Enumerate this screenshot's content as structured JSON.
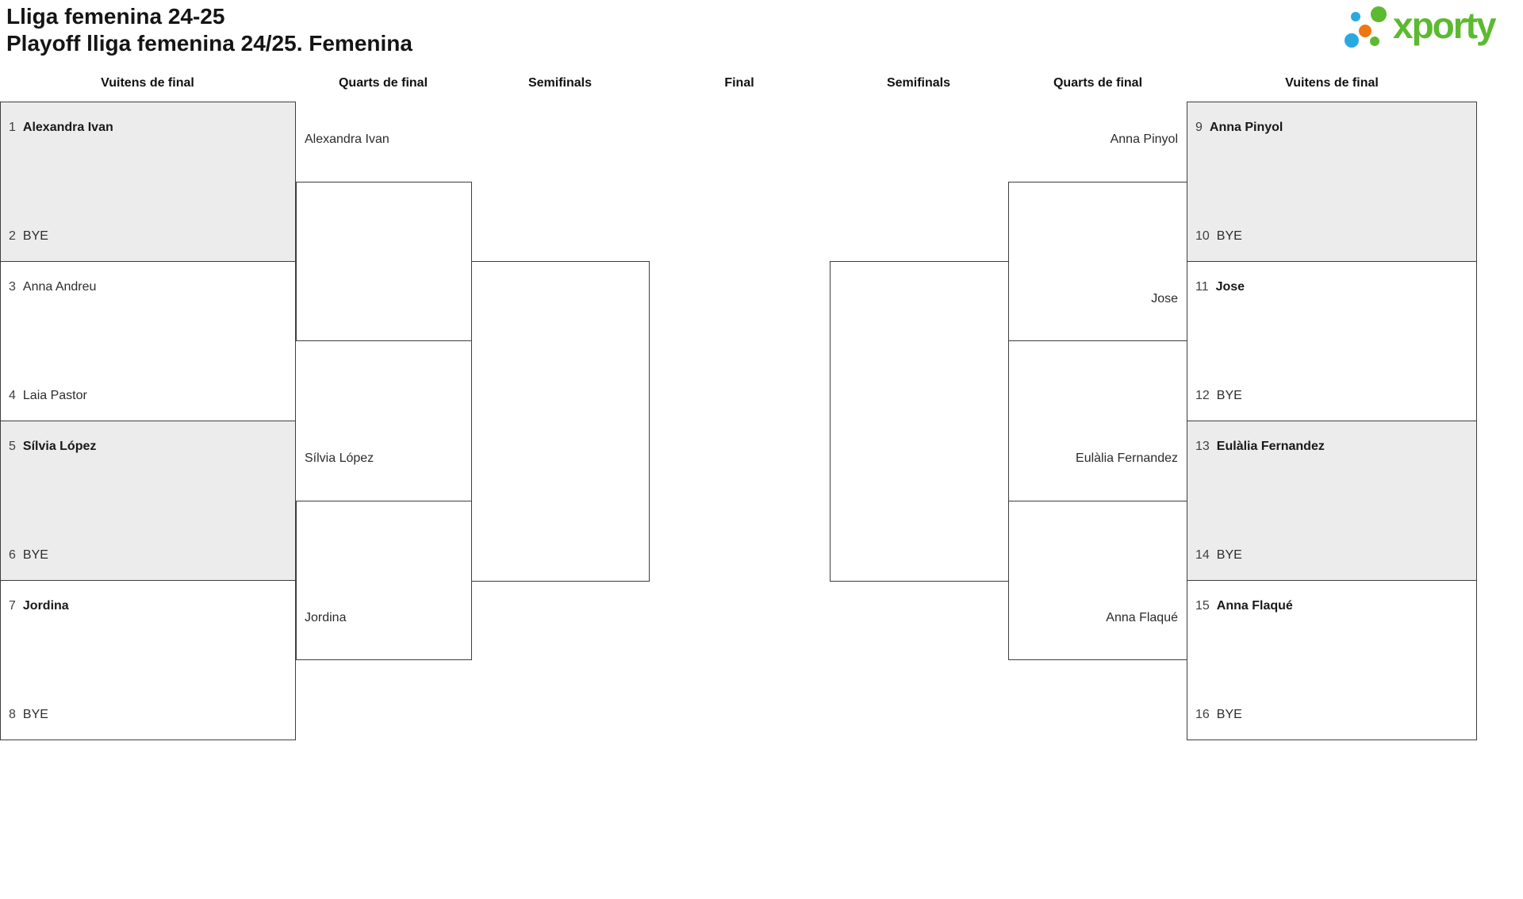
{
  "title": {
    "line1": "Lliga femenina 24-25",
    "line2": "Playoff lliga femenina 24/25. Femenina"
  },
  "logo": {
    "text": "xporty",
    "green": "#5cb930",
    "blue": "#29a9e0",
    "orange": "#ed7712"
  },
  "rounds": [
    "Vuitens de final",
    "Quarts de final",
    "Semifinals",
    "Final",
    "Semifinals",
    "Quarts de final",
    "Vuitens de final"
  ],
  "matches_left": [
    {
      "players": [
        {
          "seed": "1",
          "name": "Alexandra Ivan"
        },
        {
          "seed": "2",
          "name": "BYE"
        }
      ]
    },
    {
      "players": [
        {
          "seed": "3",
          "name": "Anna Andreu"
        },
        {
          "seed": "4",
          "name": "Laia Pastor"
        }
      ]
    },
    {
      "players": [
        {
          "seed": "5",
          "name": "Sílvia López"
        },
        {
          "seed": "6",
          "name": "BYE"
        }
      ]
    },
    {
      "players": [
        {
          "seed": "7",
          "name": "Jordina"
        },
        {
          "seed": "8",
          "name": "BYE"
        }
      ]
    }
  ],
  "matches_right": [
    {
      "players": [
        {
          "seed": "9",
          "name": "Anna Pinyol"
        },
        {
          "seed": "10",
          "name": "BYE"
        }
      ]
    },
    {
      "players": [
        {
          "seed": "11",
          "name": "Jose"
        },
        {
          "seed": "12",
          "name": "BYE"
        }
      ]
    },
    {
      "players": [
        {
          "seed": "13",
          "name": "Eulàlia Fernandez"
        },
        {
          "seed": "14",
          "name": "BYE"
        }
      ]
    },
    {
      "players": [
        {
          "seed": "15",
          "name": "Anna Flaqué"
        },
        {
          "seed": "16",
          "name": "BYE"
        }
      ]
    }
  ],
  "advancing_left": [
    "Alexandra Ivan",
    "Sílvia López",
    "Jordina"
  ],
  "advancing_right": [
    "Anna Pinyol",
    "Jose",
    "Eulàlia Fernandez",
    "Anna Flaqué"
  ],
  "colors": {
    "box_border": "#3e3e3e",
    "box_shade": "#ececec",
    "background": "#ffffff"
  }
}
